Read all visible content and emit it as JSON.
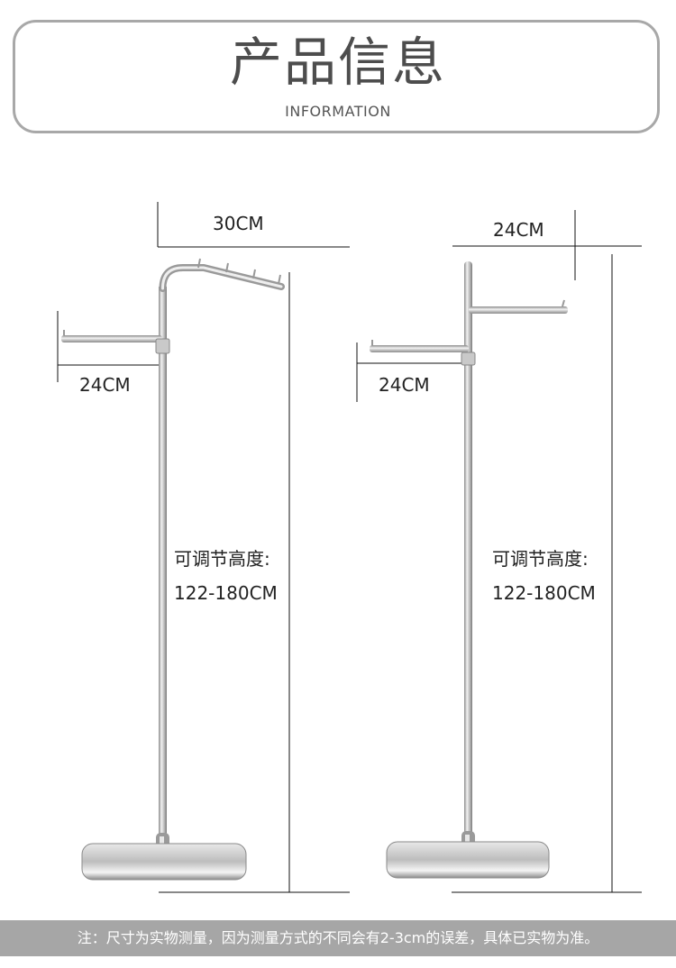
{
  "header": {
    "title": "产品信息",
    "subtitle": "INFORMATION"
  },
  "left_stand": {
    "top_width": "30CM",
    "arm_width": "24CM",
    "height_label": "可调节高度:",
    "height_value": "122-180CM"
  },
  "right_stand": {
    "top_width": "24CM",
    "arm_width": "24CM",
    "height_label": "可调节高度:",
    "height_value": "122-180CM"
  },
  "footer": {
    "note": "注：尺寸为实物测量，因为测量方式的不同会有2-3cm的误差，具体已实物为准。"
  }
}
